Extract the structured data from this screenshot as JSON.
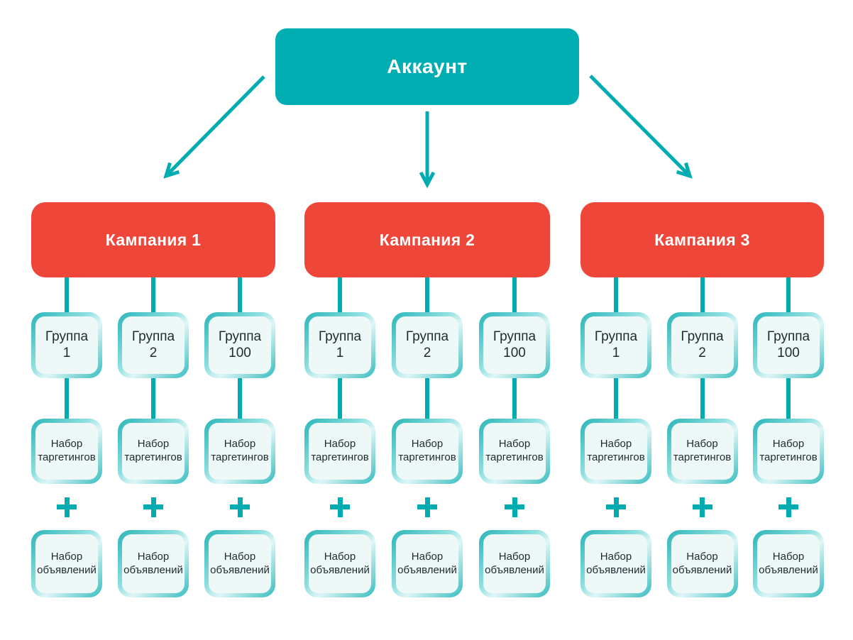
{
  "colors": {
    "teal": "#00AEB1",
    "red": "#EF463A",
    "connector": "#00ACAF",
    "box_fill": "#EDF8F7",
    "text_dark": "#1E2A30"
  },
  "account": {
    "label": "Аккаунт"
  },
  "icons": {
    "plus": "plus-icon",
    "arrows": [
      "arrow-to-campaign-1",
      "arrow-to-campaign-2",
      "arrow-to-campaign-3"
    ]
  },
  "campaigns": [
    {
      "label": "Кампания 1",
      "columns": [
        {
          "group_line1": "Группа",
          "group_line2": "1",
          "targeting_line1": "Набор",
          "targeting_line2": "таргетингов",
          "ads_line1": "Набор",
          "ads_line2": "объявлений"
        },
        {
          "group_line1": "Группа",
          "group_line2": "2",
          "targeting_line1": "Набор",
          "targeting_line2": "таргетингов",
          "ads_line1": "Набор",
          "ads_line2": "объявлений"
        },
        {
          "group_line1": "Группа",
          "group_line2": "100",
          "targeting_line1": "Набор",
          "targeting_line2": "таргетингов",
          "ads_line1": "Набор",
          "ads_line2": "объявлений"
        }
      ]
    },
    {
      "label": "Кампания 2",
      "columns": [
        {
          "group_line1": "Группа",
          "group_line2": "1",
          "targeting_line1": "Набор",
          "targeting_line2": "таргетингов",
          "ads_line1": "Набор",
          "ads_line2": "объявлений"
        },
        {
          "group_line1": "Группа",
          "group_line2": "2",
          "targeting_line1": "Набор",
          "targeting_line2": "таргетингов",
          "ads_line1": "Набор",
          "ads_line2": "объявлений"
        },
        {
          "group_line1": "Группа",
          "group_line2": "100",
          "targeting_line1": "Набор",
          "targeting_line2": "таргетингов",
          "ads_line1": "Набор",
          "ads_line2": "объявлений"
        }
      ]
    },
    {
      "label": "Кампания 3",
      "columns": [
        {
          "group_line1": "Группа",
          "group_line2": "1",
          "targeting_line1": "Набор",
          "targeting_line2": "таргетингов",
          "ads_line1": "Набор",
          "ads_line2": "объявлений"
        },
        {
          "group_line1": "Группа",
          "group_line2": "2",
          "targeting_line1": "Набор",
          "targeting_line2": "таргетингов",
          "ads_line1": "Набор",
          "ads_line2": "объявлений"
        },
        {
          "group_line1": "Группа",
          "group_line2": "100",
          "targeting_line1": "Набор",
          "targeting_line2": "таргетингов",
          "ads_line1": "Набор",
          "ads_line2": "объявлений"
        }
      ]
    }
  ]
}
